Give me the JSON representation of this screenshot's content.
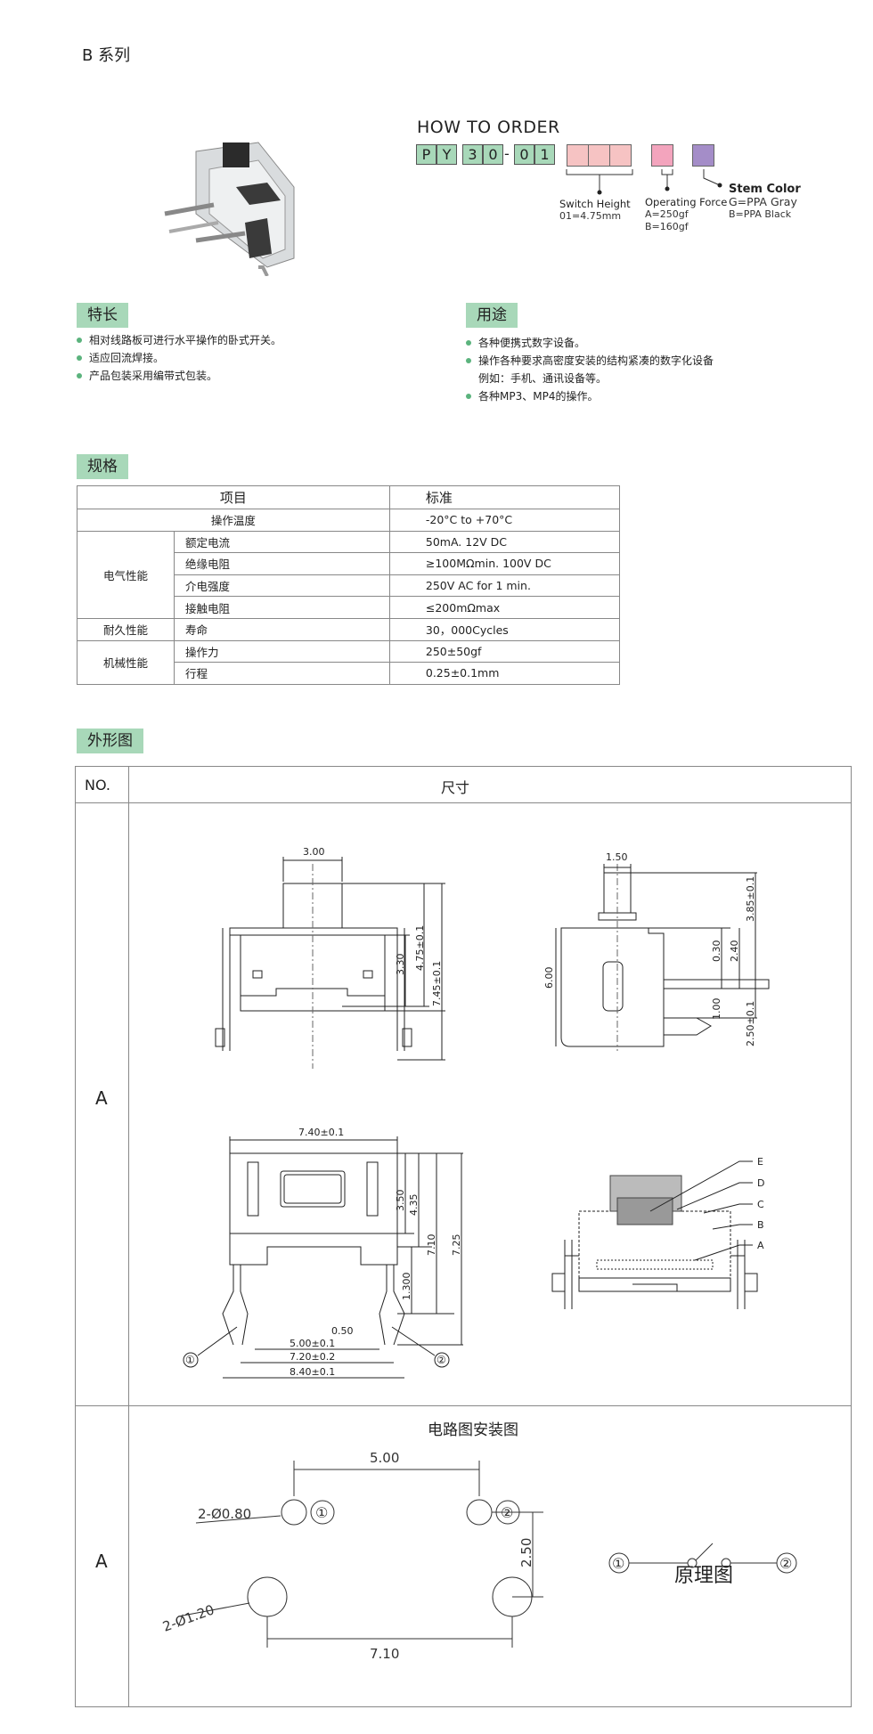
{
  "series_title": "B 系列",
  "how_to_order": {
    "title": "HOW TO ORDER",
    "code_chars": [
      "P",
      "Y",
      "3",
      "0",
      "-",
      "0",
      "1"
    ],
    "options": [
      {
        "label": "Switch Height",
        "values": [
          "01=4.75mm"
        ],
        "color": "#f6c3c3"
      },
      {
        "label": "Operating Force",
        "values": [
          "A=250gf",
          "B=160gf"
        ],
        "color": "#f3a4bd"
      },
      {
        "label": "Stem Color",
        "values": [
          "G=PPA Gray",
          "B=PPA Black"
        ],
        "color": "#a48dc8"
      }
    ]
  },
  "features": {
    "heading": "特长",
    "items": [
      "相对线路板可进行水平操作的卧式开关。",
      "适应回流焊接。",
      "产品包装采用编带式包装。"
    ]
  },
  "uses": {
    "heading": "用途",
    "items": [
      "各种便携式数字设备。",
      "操作各种要求高密度安装的结构紧凑的数字化设备",
      "例如：手机、通讯设备等。",
      "各种MP3、MP4的操作。"
    ]
  },
  "spec": {
    "heading": "规格",
    "col_item": "项目",
    "col_std": "标准",
    "rows": [
      {
        "group": "",
        "item": "操作温度",
        "value": "-20°C to +70°C"
      },
      {
        "group": "电气性能",
        "item": "额定电流",
        "value": "50mA. 12V DC"
      },
      {
        "group": "",
        "item": "绝缘电阻",
        "value": "≥100MΩmin. 100V DC"
      },
      {
        "group": "",
        "item": "介电强度",
        "value": "250V AC for 1 min."
      },
      {
        "group": "",
        "item": "接触电阻",
        "value": "≤200mΩmax"
      },
      {
        "group": "耐久性能",
        "item": "寿命",
        "value": "30，000Cycles"
      },
      {
        "group": "机械性能",
        "item": "操作力",
        "value": "250±50gf"
      },
      {
        "group": "",
        "item": "行程",
        "value": "0.25±0.1mm"
      }
    ]
  },
  "outline": {
    "heading": "外形图",
    "col_no": "NO.",
    "col_dim": "尺寸",
    "row_a": "A",
    "row_b": "A",
    "circuit_title": "电路图安装图",
    "schematic_label": "原理图"
  },
  "drawing_labels": {
    "d300": "3.00",
    "d150": "1.50",
    "d330": "3.30",
    "d475": "4.75±0.1",
    "d745": "7.45±0.1",
    "d600": "6.00",
    "d030": "0.30",
    "d240": "2.40",
    "d385": "3.85±0.1",
    "d100": "1.00",
    "d250t": "2.50±0.1",
    "d740": "7.40±0.1",
    "d350": "3.50",
    "d435": "4.35",
    "d710": "7.10",
    "d725": "7.25",
    "d1300": "1.300",
    "d050": "0.50",
    "d500t": "5.00±0.1",
    "d720": "7.20±0.2",
    "d840": "8.40±0.1",
    "pin1": "①",
    "pin2": "②",
    "lE": "E",
    "lD": "D",
    "lC": "C",
    "lB": "B",
    "lA": "A",
    "pcb500": "5.00",
    "pcb250": "2.50",
    "pcb710": "7.10",
    "hole080": "2-Ø0.80",
    "hole120": "2-Ø1.20"
  }
}
